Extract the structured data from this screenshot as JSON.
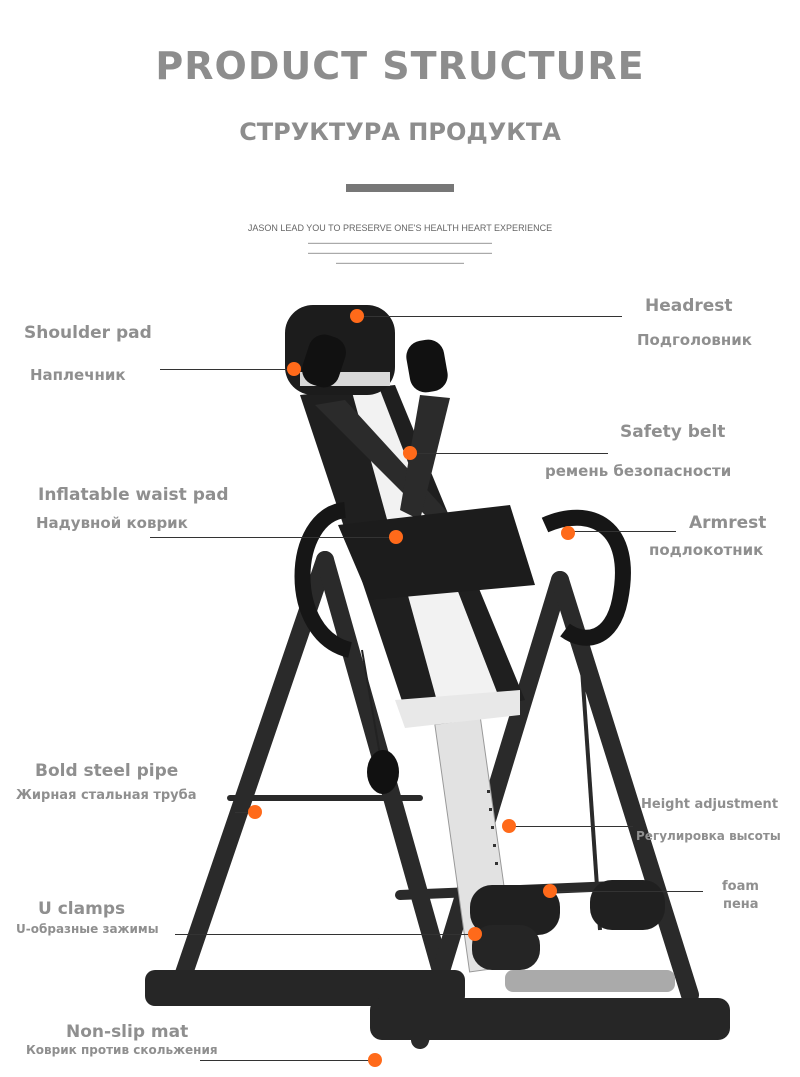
{
  "header": {
    "title": "PRODUCT STRUCTURE",
    "subtitle": "СТРУКТУРА ПРОДУКТА",
    "tagline": "JASON LEAD YOU TO PRESERVE ONE'S HEALTH HEART EXPERIENCE"
  },
  "labels": {
    "headrest_en": "Headrest",
    "headrest_ru": "Подголовник",
    "shoulder_en": "Shoulder pad",
    "shoulder_ru": "Наплечник",
    "safety_en": "Safety belt",
    "safety_ru": "ремень безопасности",
    "waist_en": "Inflatable waist pad",
    "waist_ru": "Надувной коврик",
    "armrest_en": "Armrest",
    "armrest_ru": "подлокотник",
    "pipe_en": "Bold steel pipe",
    "pipe_ru": "Жирная стальная труба",
    "height_en": "Height adjustment",
    "height_ru": "Регулировка высоты",
    "uclamp_en": "U clamps",
    "uclamp_ru": "U-образные зажимы",
    "foam_en": "foam",
    "foam_ru": "пена",
    "mat_en": "Non-slip mat",
    "mat_ru": "Коврик против скольжения"
  },
  "colors": {
    "accent_dot": "#ff6a1a",
    "label_gray": "#8f8f8f",
    "frame": "#2a2a2a"
  }
}
